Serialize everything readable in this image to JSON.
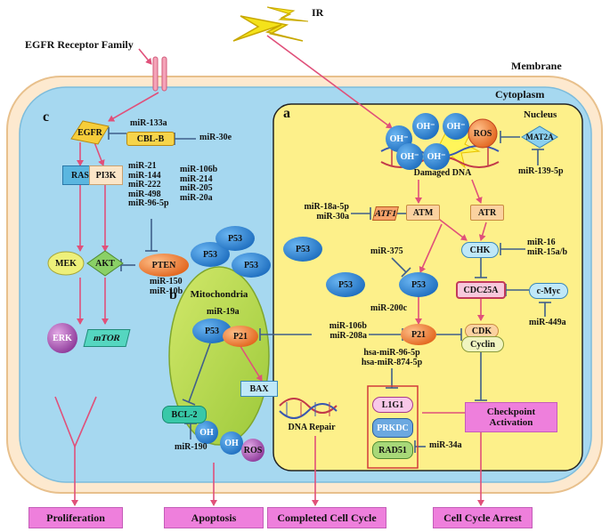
{
  "colors": {
    "membrane_outer": "#fde9cf",
    "cytoplasm": "#a6d8f0",
    "nucleus": "#fdf08a",
    "mitochondria": "#b6d94a",
    "arrow": "#e0507a",
    "inhibit": "#3f5f8a",
    "outcome_fill": "#ee7fdc",
    "p53_fill": "#2a7fd4",
    "p21_fill": "#f08a3a"
  },
  "labels": {
    "egfr_family": "EGFR Receptor Family",
    "ir": "IR",
    "membrane": "Membrane",
    "cytoplasm": "Cytoplasm",
    "nucleus": "Nucleus",
    "panel_a": "a",
    "panel_b": "b",
    "panel_c": "c",
    "mitochondria": "Mitochondria",
    "damaged_dna": "Damaged DNA",
    "dna_repair": "DNA Repair",
    "checkpoint": "Checkpoint\nActivation"
  },
  "nodes": {
    "egfr": "EGFR",
    "cblb": "CBL-B",
    "ras": "RAS",
    "pi3k": "PI3K",
    "mek": "MEK",
    "akt": "AKT",
    "pten": "PTEN",
    "erk": "ERK",
    "mtor": "mTOR",
    "p53": "P53",
    "p21": "P21",
    "bcl2": "BCL-2",
    "bax": "BAX",
    "ros": "ROS",
    "oh": "OH",
    "oh_minus": "OH⁻",
    "atf1": "ATF1",
    "atm": "ATM",
    "atr": "ATR",
    "chk": "CHK",
    "cdc25a": "CDC25A",
    "cmyc": "c-Myc",
    "mat2a": "MAT2A",
    "cdk": "CDK",
    "cyclin": "Cyclin",
    "l1g1": "L1G1",
    "prkdc": "PRKDC",
    "rad51": "RAD51"
  },
  "mirnas": {
    "mir133a": "miR-133a",
    "mir30e": "miR-30e",
    "pi3k_list": "miR-21\nmiR-144\nmiR-222\nmiR-498\nmiR-96-5p",
    "pten_list": "miR-106b\nmiR-214\nmiR-205\nmiR-20a",
    "akt_list": "miR-150\nmiR-10b",
    "mir19a": "miR-19a",
    "mir190": "miR-190",
    "atf1_list": "miR-18a-5p\nmiR-30a",
    "mir375": "miR-375",
    "chk_list": "miR-16\nmiR-15a/b",
    "mir139": "miR-139-5p",
    "mir449a": "miR-449a",
    "mir200c": "miR-200c",
    "p21_list": "miR-106b\nmiR-208a",
    "hsa_list": "hsa-miR-96-5p\nhsa-miR-874-5p",
    "mir34a": "miR-34a"
  },
  "outcomes": {
    "proliferation": "Proliferation",
    "apoptosis": "Apoptosis",
    "completed": "Completed Cell Cycle",
    "arrest": "Cell Cycle Arrest"
  }
}
